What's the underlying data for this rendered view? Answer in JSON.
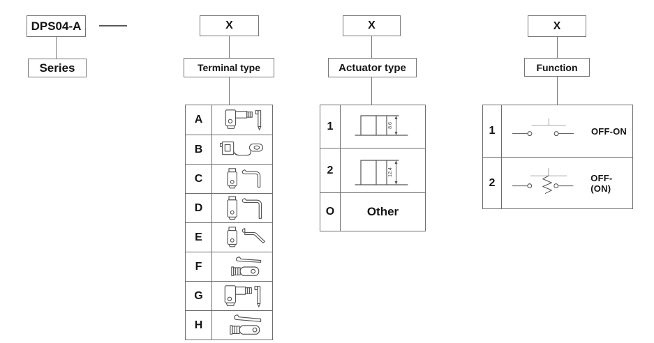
{
  "series": {
    "code": "DPS04-A",
    "label": "Series"
  },
  "terminal": {
    "placeholder": "X",
    "label": "Terminal type",
    "options": [
      {
        "code": "A",
        "icon": "terminal-a-icon"
      },
      {
        "code": "B",
        "icon": "terminal-b-icon"
      },
      {
        "code": "C",
        "icon": "terminal-c-icon"
      },
      {
        "code": "D",
        "icon": "terminal-d-icon"
      },
      {
        "code": "E",
        "icon": "terminal-e-icon"
      },
      {
        "code": "F",
        "icon": "terminal-f-icon"
      },
      {
        "code": "G",
        "icon": "terminal-g-icon"
      },
      {
        "code": "H",
        "icon": "terminal-h-icon"
      }
    ]
  },
  "actuator": {
    "placeholder": "X",
    "label": "Actuator type",
    "options": [
      {
        "code": "1",
        "dimension": "8.6",
        "icon": "actuator-height-8-6-diagram"
      },
      {
        "code": "2",
        "dimension": "12.4",
        "icon": "actuator-height-12-4-diagram"
      },
      {
        "code": "O",
        "text": "Other"
      }
    ]
  },
  "function": {
    "placeholder": "X",
    "label": "Function",
    "options": [
      {
        "code": "1",
        "text": "OFF-ON",
        "icon": "circuit-off-on-icon"
      },
      {
        "code": "2",
        "text": "OFF-(ON)",
        "icon": "circuit-off-momentary-on-icon"
      }
    ]
  }
}
